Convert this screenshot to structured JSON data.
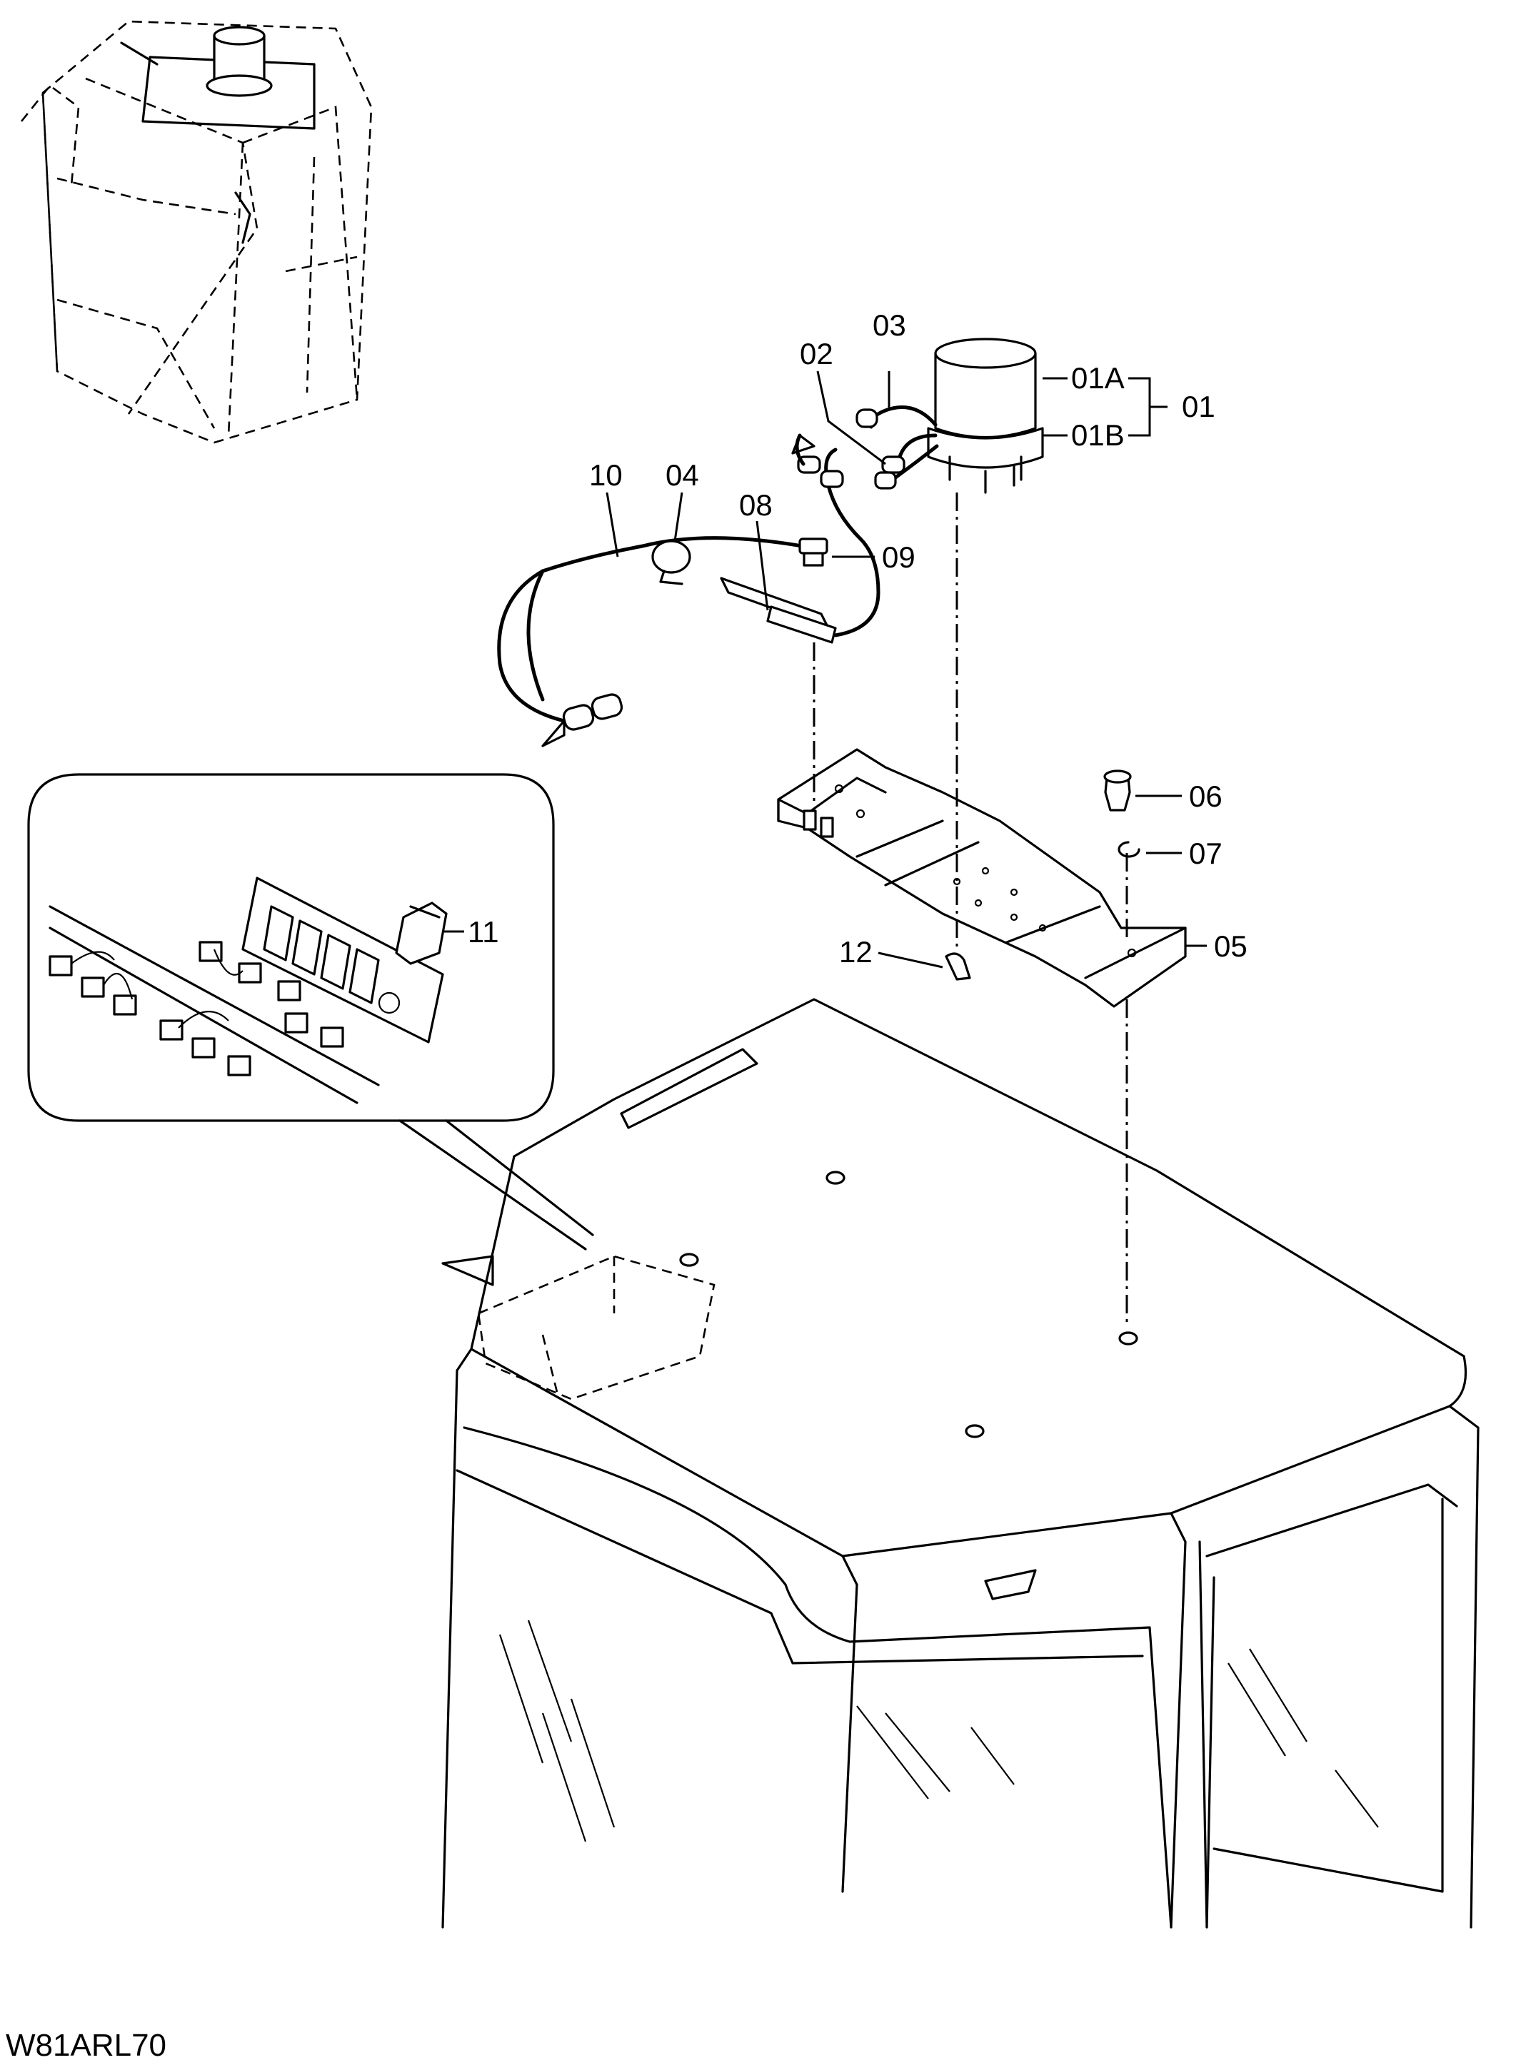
{
  "callouts": {
    "c01": "01",
    "c01a": "01A",
    "c01b": "01B",
    "c02": "02",
    "c03": "03",
    "c04": "04",
    "c05": "05",
    "c06": "06",
    "c07": "07",
    "c08": "08",
    "c09": "09",
    "c10": "10",
    "c11": "11",
    "c12": "12"
  },
  "drawing_code": "W81ARL70"
}
